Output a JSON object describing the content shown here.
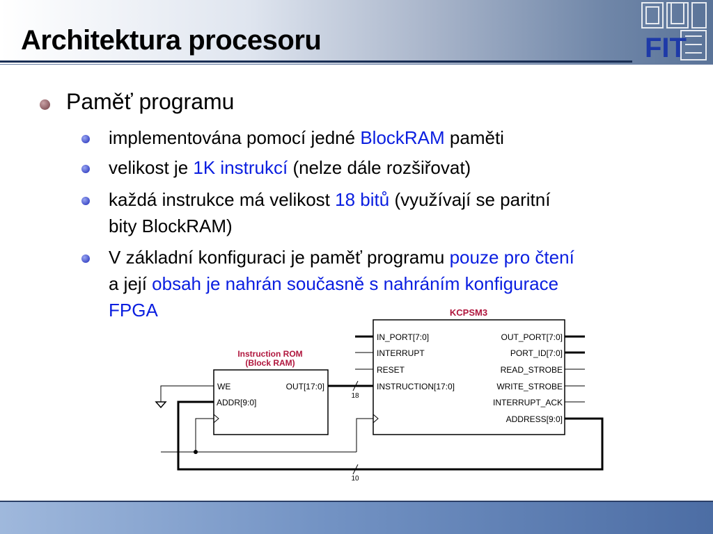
{
  "slide": {
    "title": "Architektura procesoru",
    "logo_text": "FIT",
    "level1": {
      "text": "Paměť programu"
    },
    "bullets": [
      {
        "parts": [
          "implementována pomocí jedné ",
          "BlockRAM",
          " paměti"
        ]
      },
      {
        "parts": [
          "velikost je ",
          "1K instrukcí",
          " (nelze dále rozšiřovat)"
        ]
      },
      {
        "line1": [
          "každá instrukce má velikost ",
          "18 bitů",
          " (využívají se paritní"
        ],
        "line2": "bity BlockRAM)"
      },
      {
        "line1": [
          "V základní konfiguraci je paměť programu ",
          "pouze pro čtení"
        ],
        "line2": [
          "a její ",
          "obsah je nahrán současně s nahráním konfigurace"
        ],
        "line3": "FPGA"
      }
    ]
  },
  "diagram": {
    "kcpsm_title": "KCPSM3",
    "rom_title1": "Instruction ROM",
    "rom_title2": "(Block RAM)",
    "rom_ports": {
      "we": "WE",
      "addr": "ADDR[9:0]",
      "out": "OUT[17:0]"
    },
    "kcpsm_left_ports": [
      "IN_PORT[7:0]",
      "INTERRUPT",
      "RESET",
      "INSTRUCTION[17:0]"
    ],
    "kcpsm_right_ports": [
      "OUT_PORT[7:0]",
      "PORT_ID[7:0]",
      "READ_STROBE",
      "WRITE_STROBE",
      "INTERRUPT_ACK",
      "ADDRESS[9:0]"
    ],
    "bus_width_instruction": "18",
    "bus_width_address": "10",
    "colors": {
      "title_red": "#b0163d",
      "line": "#000000"
    }
  }
}
